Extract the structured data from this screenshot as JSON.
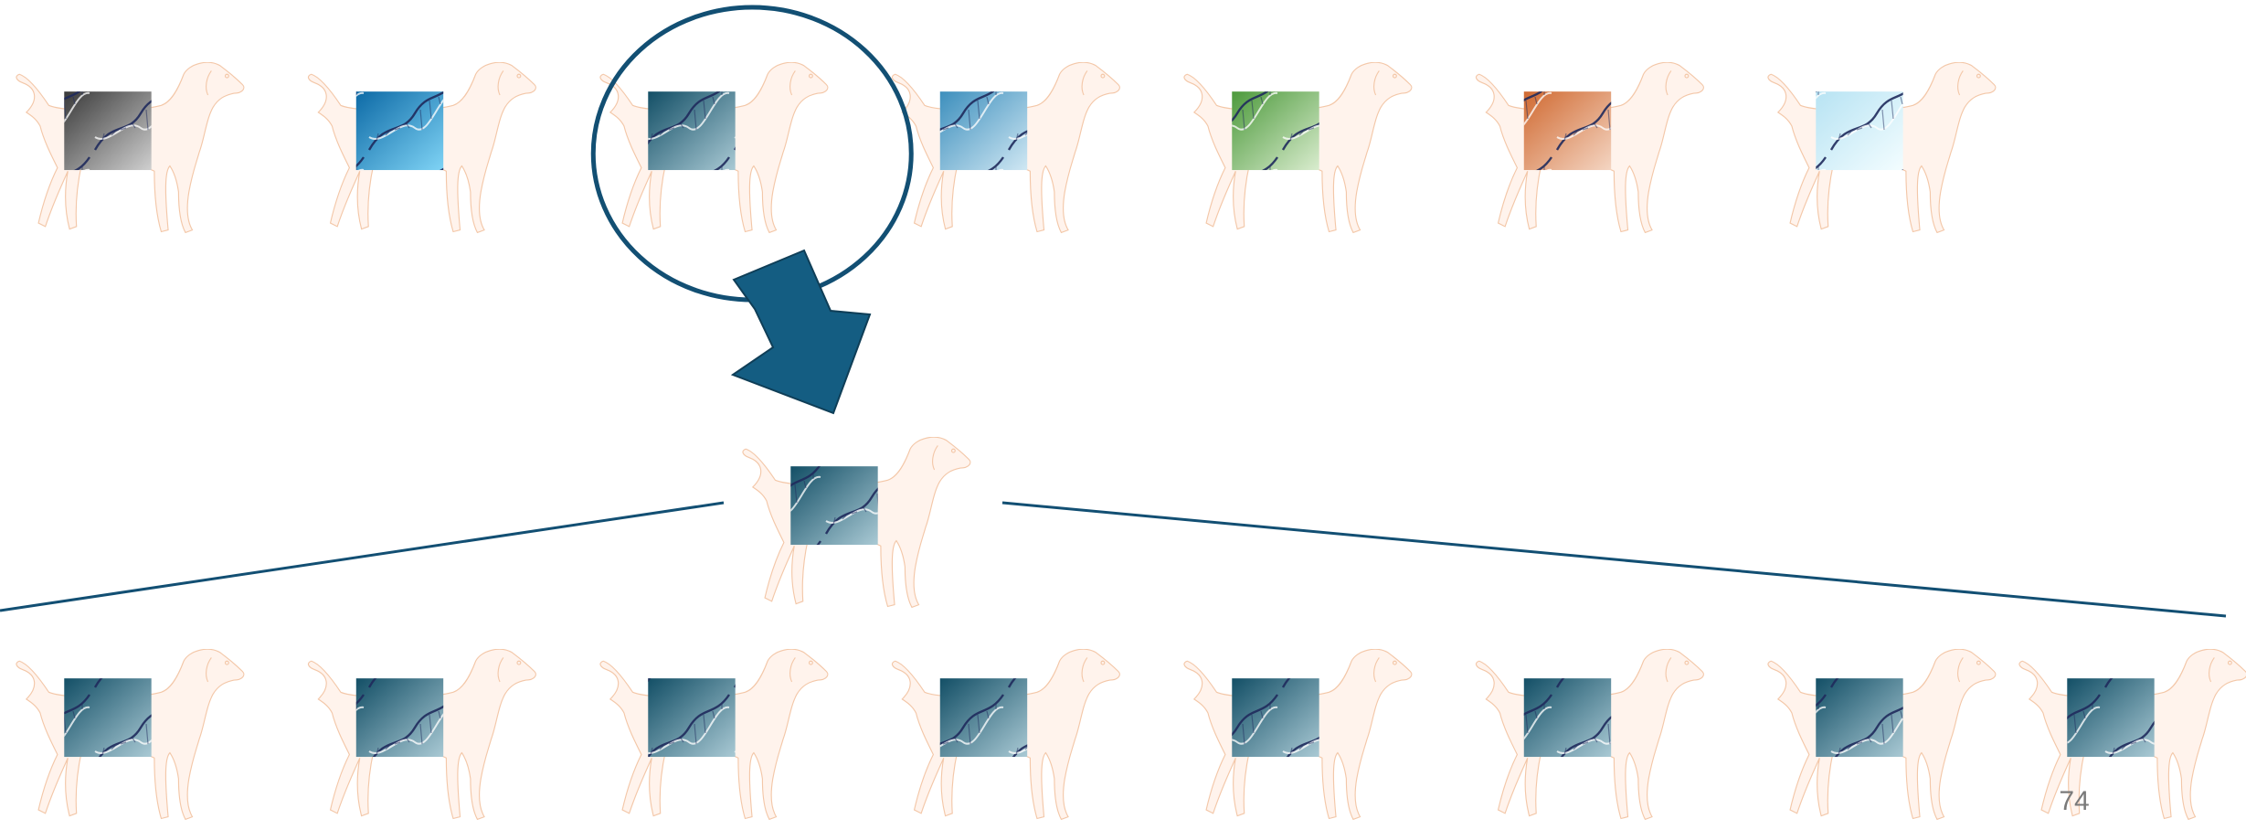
{
  "slide": {
    "page_number": "74"
  },
  "diagram": {
    "accent_color": "#124f73",
    "dog_outline_color": "#f3c7a8",
    "dog_fill_color": "#fff3ec",
    "top_row_dna_palettes": [
      [
        "#3a3a3a",
        "#cfcfcf"
      ],
      [
        "#0d6aa6",
        "#7fd3f5"
      ],
      [
        "#134f66",
        "#a9c9d4"
      ],
      [
        "#3d8fbd",
        "#cfe7f3"
      ],
      [
        "#4d9a3c",
        "#d9ecce"
      ],
      [
        "#d06a32",
        "#f4d5c2"
      ],
      [
        "#b7e3f3",
        "#f3fdff"
      ]
    ],
    "bottom_row_dna_palette": [
      "#134f66",
      "#a9c9d4"
    ],
    "bottom_row_count": 8,
    "selected_index": 2
  }
}
